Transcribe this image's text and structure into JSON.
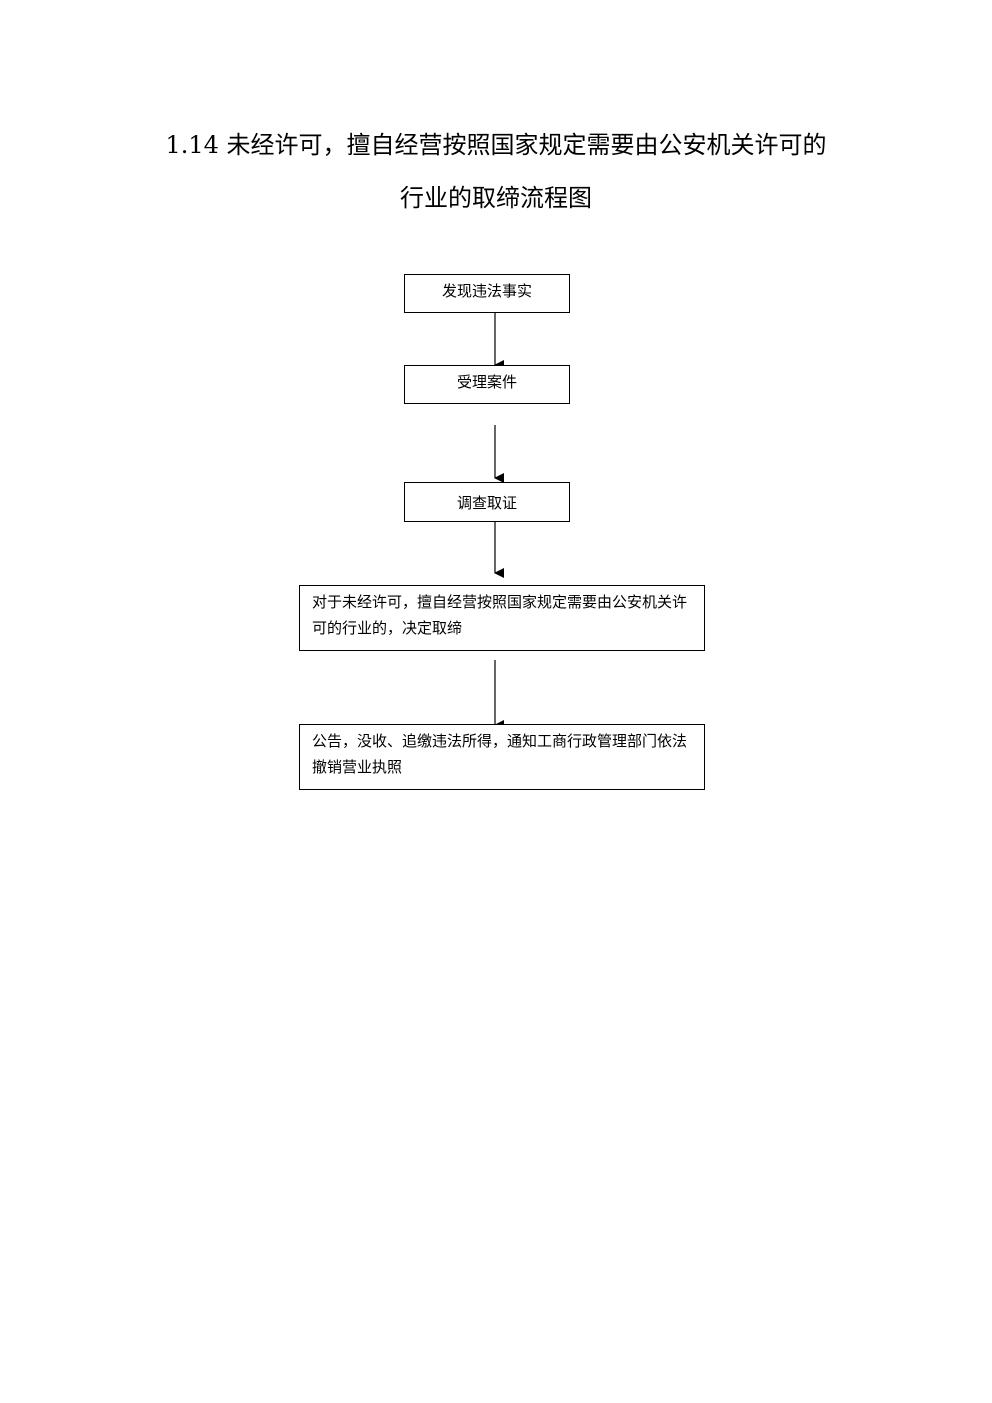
{
  "title": {
    "line1": "1.14 未经许可，擅自经营按照国家规定需要由公安机关许可的",
    "line2": "行业的取缔流程图"
  },
  "flow": {
    "steps": [
      "发现违法事实",
      "受理案件",
      "调查取证",
      "对于未经许可，擅自经营按照国家规定需要由公安机关许可的行业的，决定取缔",
      "公告，没收、追缴违法所得，通知工商行政管理部门依法撤销营业执照"
    ]
  }
}
